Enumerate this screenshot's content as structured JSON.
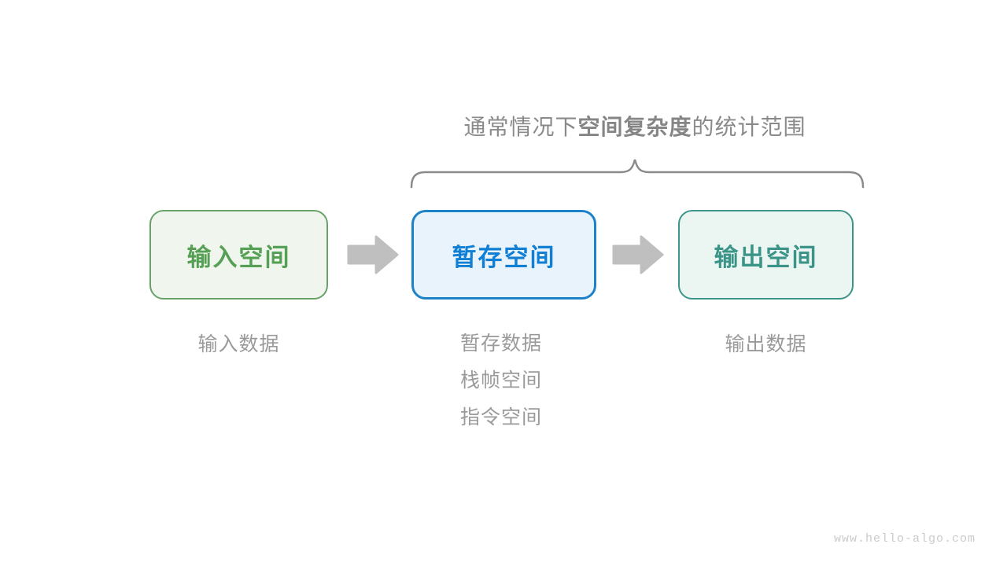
{
  "title": {
    "prefix": "通常情况下",
    "bold": "空间复杂度",
    "suffix": "的统计范围",
    "color": "#8a8a8a"
  },
  "brace": {
    "color": "#8a8a8a",
    "covers": [
      "暂存空间",
      "输出空间"
    ]
  },
  "boxes": [
    {
      "id": "input-space",
      "label": "输入空间",
      "border_color": "#69a269",
      "background": "#f0f6ee",
      "text_color": "#55a055"
    },
    {
      "id": "temp-space",
      "label": "暂存空间",
      "border_color": "#1e82c8",
      "background": "#e9f3fb",
      "text_color": "#1180d4"
    },
    {
      "id": "output-space",
      "label": "输出空间",
      "border_color": "#3d948a",
      "background": "#ebf5f1",
      "text_color": "#3a9488"
    }
  ],
  "arrows": {
    "color": "#bfbfbf",
    "direction": "right"
  },
  "annotations": {
    "color": "#9a9a9a",
    "input": "输入数据",
    "temp": [
      "暂存数据",
      "栈帧空间",
      "指令空间"
    ],
    "output": "输出数据"
  },
  "watermark": {
    "text": "www.hello-algo.com",
    "color": "#cbcbcb"
  }
}
